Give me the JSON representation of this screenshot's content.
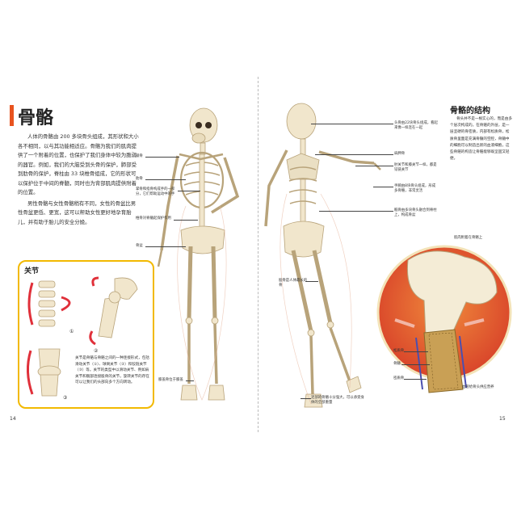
{
  "left_page": {
    "title": "骨骼",
    "intro_para1": "人体的骨骼由 200 多块骨头组成，其形状和大小各不相同，以与其功能相适应。骨骼为我们的肌肉提供了一个附着的位置，也保护了我们身体中较为脆弱的器官。例如，我们的大脑受到头骨的保护，肺部受到肋骨的保护，脊柱由 33 块椎骨组成，它的形状可以保护位于中间的脊髓，同时也为背部肌肉提供附着的位置。",
    "intro_para2": "男性骨骼与女性骨骼稍有不同，女性的骨盆比男性骨盆更低、更宽，这可以帮助女性更好地孕育胎儿，并有助于胎儿的安全分娩。",
    "labels": {
      "clavicle": "锁骨",
      "rib": "肋骨",
      "hand": "掌骨和指骨构成手的一部分，它们帮助运动中的手",
      "spine": "椎骨对脊髓起保护作用",
      "pelvis": "骨盆",
      "knee": "膝盖骨位于膝盖"
    },
    "joint": {
      "title": "关节",
      "marker_1": "①",
      "marker_2": "②",
      "marker_3": "③",
      "text": "关节是骨骼与骨骼之间的一种连接形式，包括滑动关节（①）、球窝关节（②）和铰链关节（③）等。关节的类型中以滑动关节、例如肩关节和髋部连接股骨的关节，旋转关节的存在可以让我们的头部向多个方向转动。"
    },
    "page_number": "14"
  },
  "right_page": {
    "labels": {
      "skull": "头骨由22块骨头组成，看起来像一样连在一起",
      "scapula": "肩胛骨",
      "elbow": "肘关节和膝关节一样，都是铰链关节",
      "hand": "手腕由8块骨头组成，形成多骨骼，非常灵活",
      "sacrum": "骶骨由多块骨头融合到脊柱上，构成骨盆",
      "femur": "股骨是人体最长的骨",
      "foot": "足部的骨骼十分强大，可以承受身体的全部重量"
    },
    "structure": {
      "title": "骨骼的结构",
      "text": "骨头并不是一根实心的，而是由多个层次构成的。在骨骼的外层，是一层坚硬的骨密质，内部有松质骨，松质骨里面是充满骨髓的空腔，骨髓中的细胞可以制造出新的血液细胞，这些骨骼的构造让骨骼能够既坚固又轻便。"
    },
    "callouts": {
      "cartilage": "肌肉附着在骨骼上",
      "spongy": "松质骨",
      "marrow": "骨髓",
      "compact": "密质骨",
      "vessel": "血管给骨头供应营养"
    },
    "page_number": "15"
  }
}
